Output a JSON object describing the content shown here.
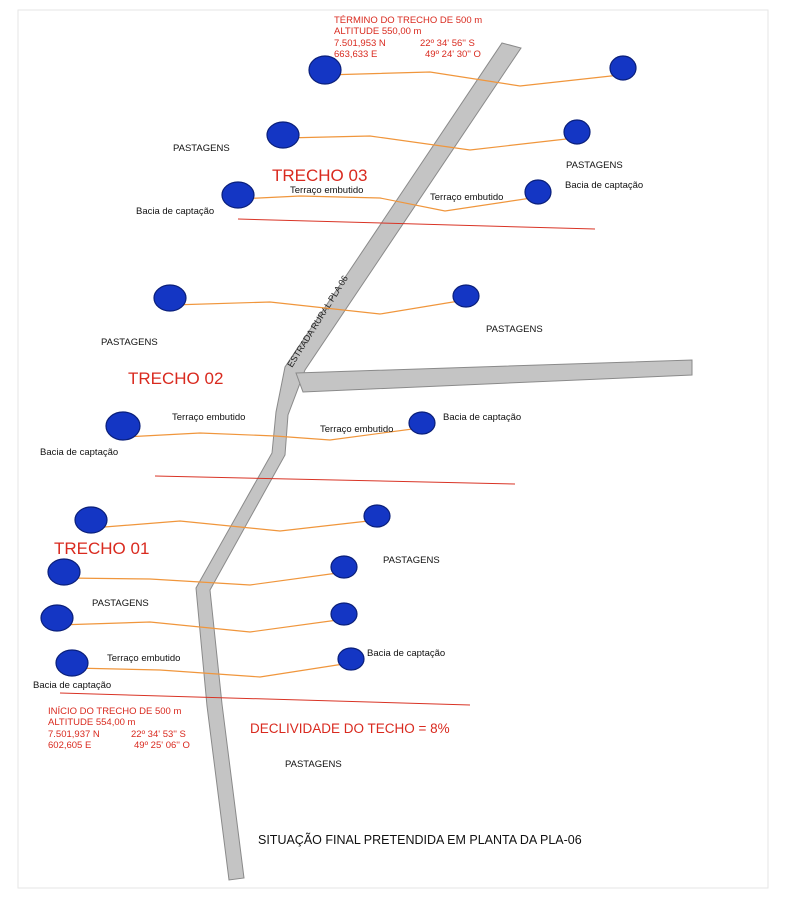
{
  "colors": {
    "road_fill": "#c4c4c4",
    "road_edge": "#8a8a8a",
    "basin": "#1436c4",
    "basin_edge": "#0a1f7a",
    "terrace": "#f0963c",
    "segment_line": "#d93425",
    "red_text": "#d92a1f"
  },
  "road": {
    "label": "ESTRADA RURAL PLA 06"
  },
  "end_info": {
    "line1": "TÉRMINO  DO TRECHO DE 500 m",
    "line2": "ALTITUDE 550,00 m",
    "north": "7.501,953 N",
    "lat": "22º 34' 56'' S",
    "east": "663,633 E",
    "lon": "49º 24' 30'' O"
  },
  "start_info": {
    "line1": "INÍCIO  DO TRECHO DE 500 m",
    "line2": "ALTITUDE 554,00 m",
    "north": "7.501,937 N",
    "lat": "22º 34' 53'' S",
    "east": "602,605 E",
    "lon": "49º 25' 06'' O"
  },
  "trechos": {
    "t01": "TRECHO 01",
    "t02": "TRECHO 02",
    "t03": "TRECHO 03"
  },
  "labels": {
    "pastagens": "PASTAGENS",
    "bacia": "Bacia de captação",
    "terraco": "Terraço embutido"
  },
  "declividade": "DECLIVIDADE DO TECHO = 8%",
  "title": "SITUAÇÃO FINAL PRETENDIDA EM PLANTA DA PLA-06"
}
